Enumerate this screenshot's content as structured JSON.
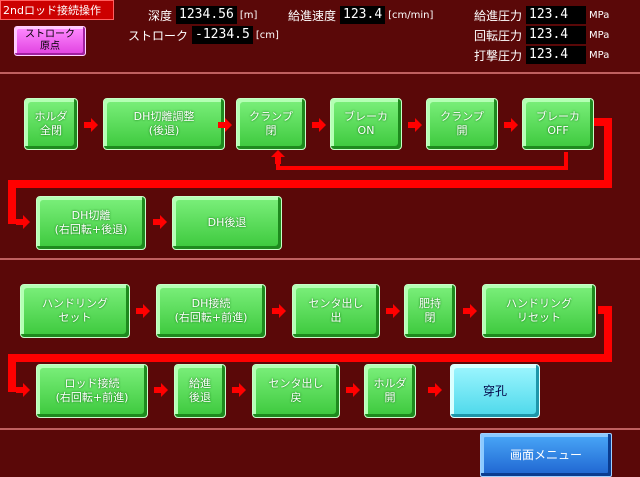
{
  "header": {
    "title": "2ndロッド接続操作",
    "origin_button": {
      "line1": "ストローク",
      "line2": "原点"
    },
    "depth": {
      "label": "深度",
      "value": "1234.56",
      "unit": "[m]"
    },
    "stroke": {
      "label": "ストローク",
      "value": "-1234.5",
      "unit": "[cm]"
    },
    "feed_speed": {
      "label": "給進速度",
      "value": "123.4",
      "unit": "[cm/min]"
    },
    "feed_pressure": {
      "label": "給進圧力",
      "value": "123.4",
      "unit": "MPa"
    },
    "rotation_pressure": {
      "label": "回転圧力",
      "value": "123.4",
      "unit": "MPa"
    },
    "impact_pressure": {
      "label": "打撃圧力",
      "value": "123.4",
      "unit": "MPa"
    }
  },
  "section1": {
    "steps": [
      {
        "line1": "ホルダ",
        "line2": "全閉"
      },
      {
        "line1": "DH切離調整",
        "line2": "(後退)"
      },
      {
        "line1": "クランプ",
        "line2": "閉"
      },
      {
        "line1": "ブレーカ",
        "line2": "ON"
      },
      {
        "line1": "クランプ",
        "line2": "開"
      },
      {
        "line1": "ブレーカ",
        "line2": "OFF"
      },
      {
        "line1": "DH切離",
        "line2": "(右回転+後退)"
      },
      {
        "line1": "DH後退",
        "line2": ""
      }
    ]
  },
  "section2": {
    "steps": [
      {
        "line1": "ハンドリング",
        "line2": "セット"
      },
      {
        "line1": "DH接続",
        "line2": "(右回転+前進)"
      },
      {
        "line1": "センタ出し",
        "line2": "出"
      },
      {
        "line1": "肥持",
        "line2": "閉"
      },
      {
        "line1": "ハンドリング",
        "line2": "リセット"
      },
      {
        "line1": "ロッド接続",
        "line2": "(右回転+前進)"
      },
      {
        "line1": "給進",
        "line2": "後退"
      },
      {
        "line1": "センタ出し",
        "line2": "戻"
      },
      {
        "line1": "ホルダ",
        "line2": "開"
      },
      {
        "line1": "穿孔",
        "line2": ""
      }
    ]
  },
  "footer": {
    "menu_button": "画面メニュー"
  }
}
